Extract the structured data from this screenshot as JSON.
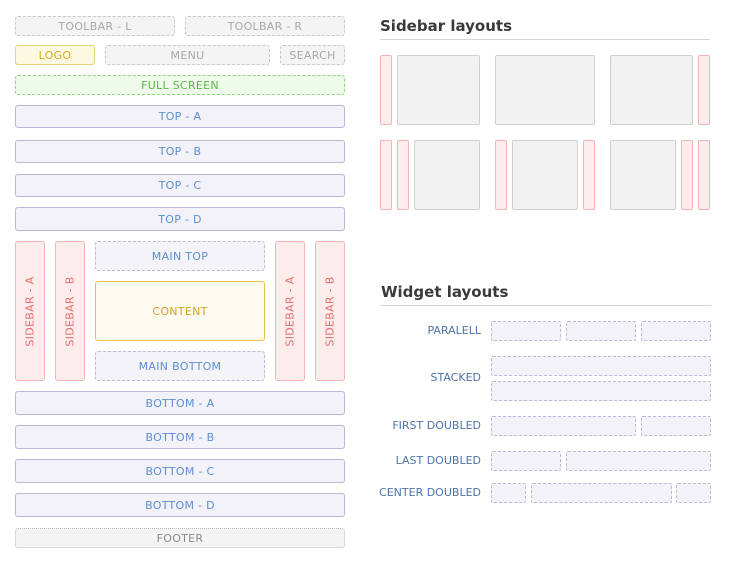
{
  "left_layout": {
    "toolbar_left": "TOOLBAR - L",
    "toolbar_right": "TOOLBAR - R",
    "logo": "LOGO",
    "menu": "MENU",
    "search": "SEARCH",
    "full_screen": "FULL SCREEN",
    "top_rows": [
      "TOP - A",
      "TOP - B",
      "TOP - C",
      "TOP - D"
    ],
    "sidebars_left": [
      "SIDEBAR - A",
      "SIDEBAR - B"
    ],
    "sidebars_right": [
      "SIDEBAR - A",
      "SIDEBAR - B"
    ],
    "main_top": "MAIN TOP",
    "content": "CONTENT",
    "main_bottom": "MAIN BOTTOM",
    "bottom_rows": [
      "BOTTOM - A",
      "BOTTOM - B",
      "BOTTOM - C",
      "BOTTOM - D"
    ],
    "footer": "FOOTER"
  },
  "sidebar_layouts": {
    "title": "Sidebar layouts"
  },
  "widget_layouts": {
    "title": "Widget layouts",
    "rows": [
      "PARALELL",
      "STACKED",
      "FIRST DOUBLED",
      "LAST DOUBLED",
      "CENTER DOUBLED"
    ]
  }
}
